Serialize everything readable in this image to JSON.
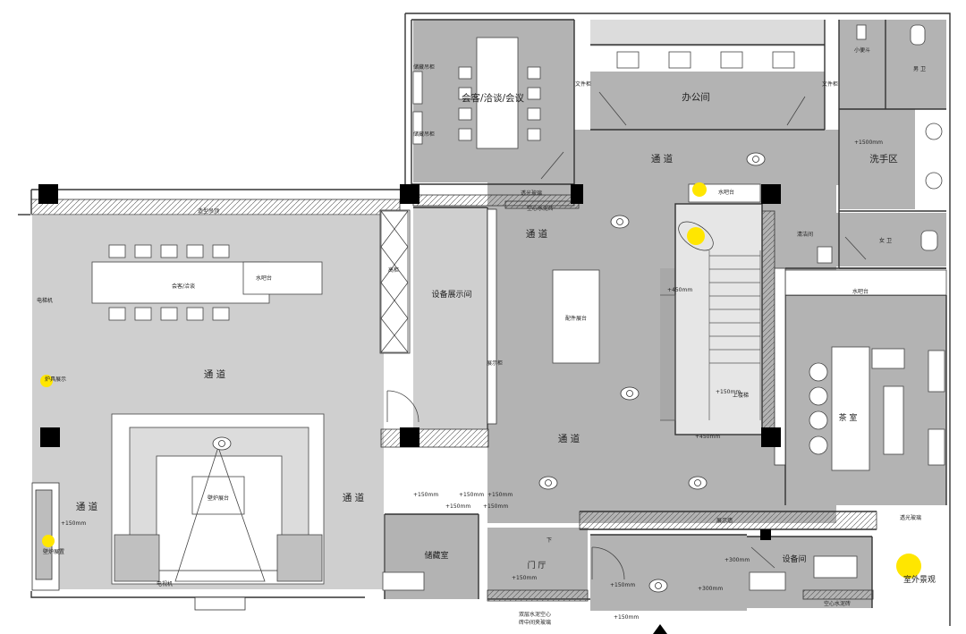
{
  "rooms": {
    "meeting_top": "会客/洽谈/会议",
    "office": "办公间",
    "corridor_top": "通 道",
    "wash_area": "洗手区",
    "male_wc": "男 卫",
    "female_wc": "女 卫",
    "urinal": "小便斗",
    "cleaning": "清洁间",
    "water_bar_upper": "水吧台",
    "water_bar_right": "水吧台",
    "water_bar_left": "水吧台",
    "corridor_mid": "通 道",
    "equipment_hall": "设备展示间",
    "parts_table": "配件展台",
    "meeting_left": "会客/洽谈",
    "electric_unit": "电梯机",
    "corridor_left": "通 道",
    "corridor_left2": "通 道",
    "corridor_left3": "通 道",
    "fireplace_center": "壁炉展台",
    "fireplace_left": "壁炉展置",
    "tv": "电视机",
    "storage": "储藏室",
    "foyer": "门 厅",
    "corridor_center": "通 道",
    "tea_room": "茶 室",
    "equipment_room": "设备间",
    "landscape": "室外景观",
    "display_wall": "展示墙",
    "glass_wall": "透光玻璃",
    "hollow_brick_top": "空心水泥砖",
    "hollow_brick_bottom": "空心水泥砖",
    "display_top": "造型吊顶",
    "high_cabinet": "高柜",
    "display_cabinet_1": "储藏吊柜",
    "display_cabinet_2": "储藏吊柜",
    "file_cab_l": "文件柜",
    "file_cab_r": "文件柜",
    "display_stand": "展示柜",
    "fireplace_small": "炉具展示",
    "up_stairs": "上楼梯",
    "entry_note_1": "双层水泥空心",
    "entry_note_2": "砖中间夹玻璃",
    "glass_door": "透光玻璃",
    "down_mark": "下",
    "level_labels": [
      "+1500mm",
      "+450mm",
      "+150mm",
      "+450mm",
      "+150mm",
      "+150mm",
      "+150mm",
      "+150mm",
      "+150mm",
      "+150mm",
      "+300mm",
      "+150mm",
      "+150mm",
      "+300mm",
      "+150mm"
    ]
  }
}
